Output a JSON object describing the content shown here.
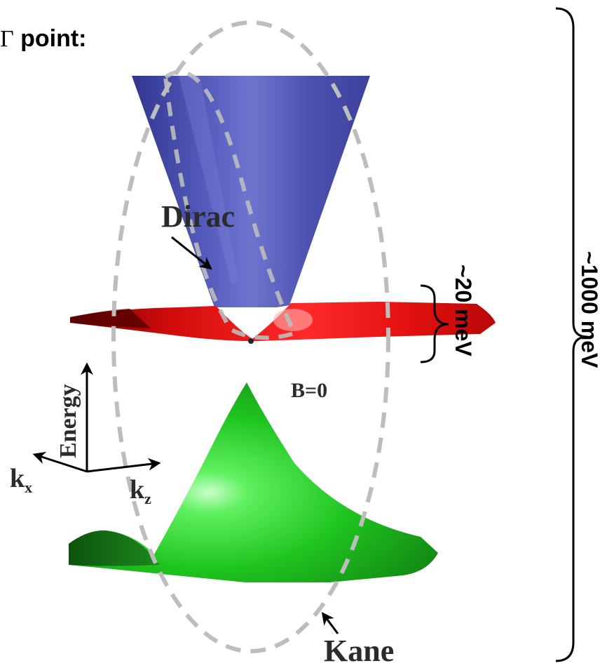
{
  "title": {
    "symbol": "Γ",
    "text": " point:"
  },
  "labels": {
    "dirac": "Dirac",
    "kane": "Kane",
    "field": "B=0",
    "energy_axis": "Energy",
    "kx_main": "k",
    "kx_sub": "x",
    "kz_main": "k",
    "kz_sub": "z"
  },
  "scales": {
    "small_gap": "~20 meV",
    "large_gap": "~1000 meV"
  },
  "colors": {
    "dirac_cone": "#4a4faa",
    "flat_band": "#e01010",
    "kane_band": "#1ec91e",
    "ellipse": "#bdbdbd"
  }
}
